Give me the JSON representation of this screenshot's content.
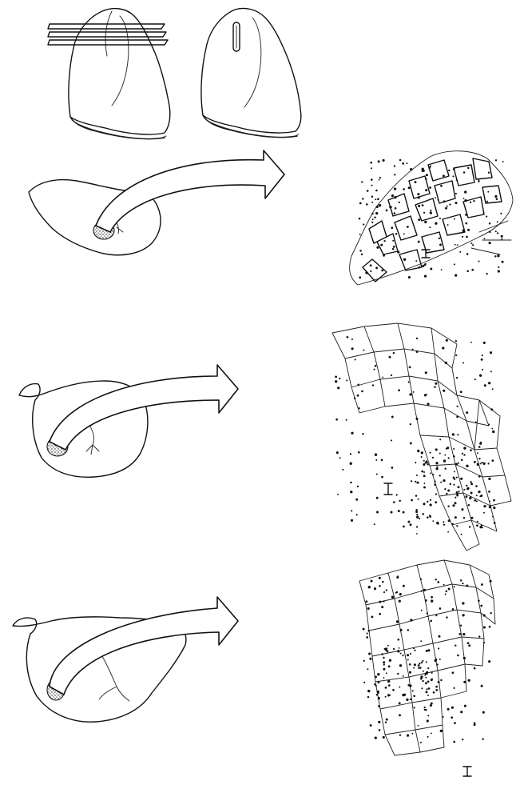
{
  "figure": {
    "ink_color": "#111111",
    "background": "#ffffff",
    "panels": [
      {
        "id": "specimen",
        "icon": "sectioned-specimen-icon"
      },
      {
        "id": "row-1",
        "icon": "organ-section-with-stippled-site-icon"
      },
      {
        "id": "row-2",
        "icon": "organ-section-with-stippled-site-icon"
      },
      {
        "id": "row-3",
        "icon": "organ-section-with-stippled-site-icon"
      }
    ]
  }
}
